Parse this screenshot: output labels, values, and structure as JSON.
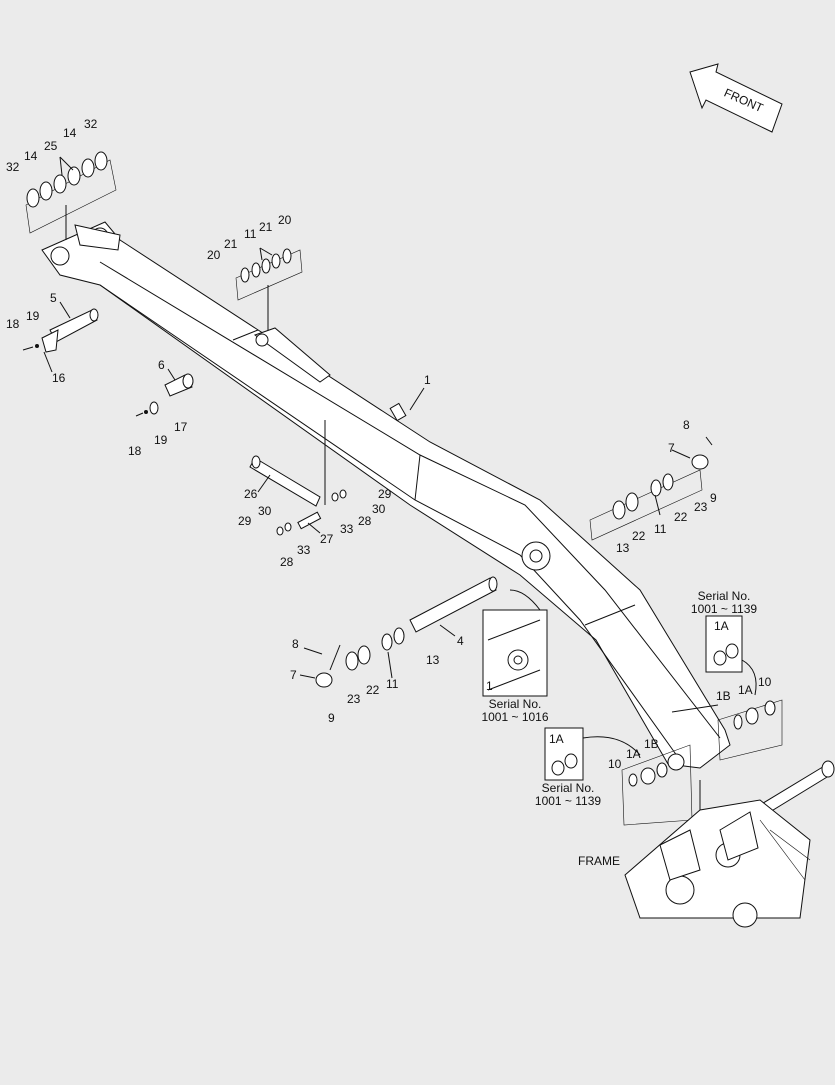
{
  "front_label": "FRONT",
  "frame_label": "FRAME",
  "callouts": {
    "c1": "1",
    "c4": "4",
    "c5": "5",
    "c6": "6",
    "c7a": "7",
    "c8a": "8",
    "c9a": "9",
    "c7b": "7",
    "c8b": "8",
    "c9b": "9",
    "c10a": "10",
    "c10b": "10",
    "c11a": "11",
    "c11b": "11",
    "c11c": "11",
    "c13a": "13",
    "c13b": "13",
    "c14a": "14",
    "c14b": "14",
    "c16": "16",
    "c17": "17",
    "c18a": "18",
    "c18b": "18",
    "c19a": "19",
    "c19b": "19",
    "c20a": "20",
    "c20b": "20",
    "c21a": "21",
    "c21b": "21",
    "c22a": "22",
    "c22b": "22",
    "c22c": "22",
    "c23a": "23",
    "c23b": "23",
    "c25": "25",
    "c26": "26",
    "c27": "27",
    "c28a": "28",
    "c28b": "28",
    "c29a": "29",
    "c29b": "29",
    "c30a": "30",
    "c30b": "30",
    "c32a": "32",
    "c32b": "32",
    "c33a": "33",
    "c33b": "33",
    "c1A_a": "1A",
    "c1A_b": "1A",
    "c1A_c": "1A",
    "c1A_d": "1A",
    "c1B_a": "1B",
    "c1B_b": "1B",
    "c1_inset": "1"
  },
  "serial_notes": {
    "top_label": "Serial No.",
    "top_range": "1001 ~ 1139",
    "mid_label": "Serial No.",
    "mid_range": "1001 ~ 1016",
    "bot_label": "Serial No.",
    "bot_range": "1001 ~ 1139"
  }
}
